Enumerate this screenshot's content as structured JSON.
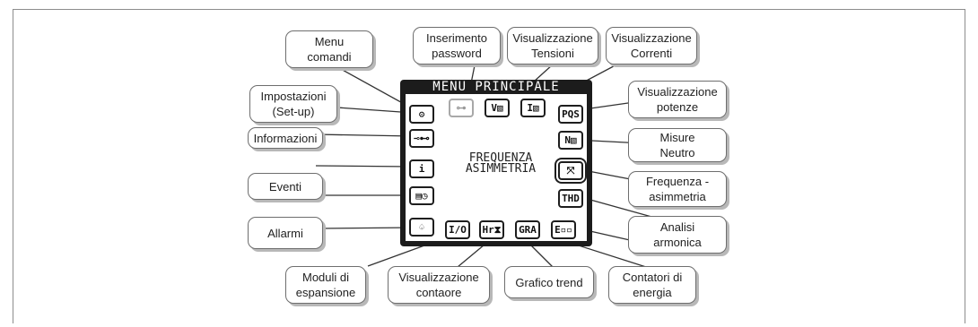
{
  "screen": {
    "title": "MENU PRINCIPALE",
    "center_line1": "FREQUENZA",
    "center_line2": "ASIMMETRIA"
  },
  "labels": {
    "menu_comandi": "Menu\ncomandi",
    "inserimento_password": "Inserimento\npassword",
    "visualizzazione_tensioni": "Visualizzazione\nTensioni",
    "visualizzazione_correnti": "Visualizzazione\nCorrenti",
    "impostazioni": "Impostazioni\n(Set-up)",
    "visualizzazione_potenze": "Visualizzazione\npotenze",
    "informazioni": "Informazioni",
    "misure_neutro": "Misure\nNeutro",
    "eventi": "Eventi",
    "frequenza_asimmetria": "Frequenza -\nasimmetria",
    "allarmi": "Allarmi",
    "analisi_armonica": "Analisi\narmonica",
    "moduli_espansione": "Moduli di\nespansione",
    "visualizzazione_contaore": "Visualizzazione\ncontaore",
    "grafico_trend": "Grafico trend",
    "contatori_energia": "Contatori di\nenergia"
  },
  "icons": {
    "menu_comandi": "⚙",
    "password": "⊶",
    "tensioni": "V▧",
    "correnti": "I▧",
    "potenze": "PQS",
    "impostazioni": "⊸⊷",
    "neutro": "N▧",
    "info": "i",
    "frequenza": "⤧",
    "eventi": "▤◷",
    "armonica": "THD",
    "allarmi": "♤",
    "moduli": "I/O",
    "contaore": "Hr⧗",
    "trend": "GRA",
    "energia": "E▫▫"
  }
}
